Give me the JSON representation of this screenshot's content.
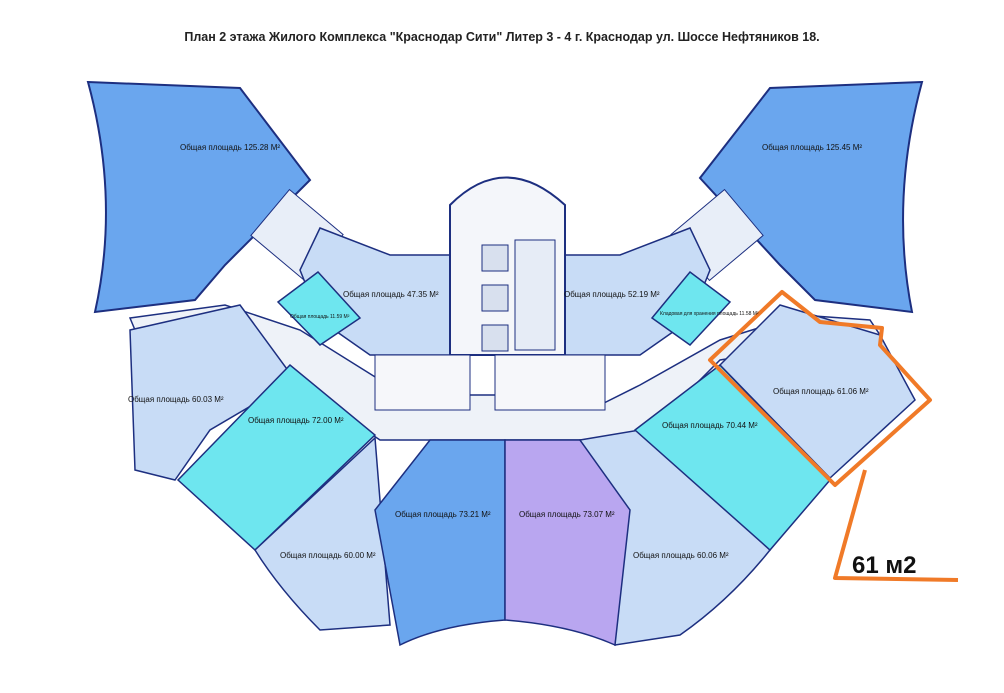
{
  "page_title": "План 2 этажа Жилого Комплекса \"Краснодар Сити\" Литер 3 - 4 г. Краснодар ул. Шоссе Нефтяников 18.",
  "colors": {
    "blue_flat": "#6aa6ee",
    "light_flat": "#c8dcf6",
    "cyan_flat": "#6ee6ef",
    "purple_flat": "#b9a6f0",
    "corridor": "#f0f3f8",
    "wall": "#1d2f80",
    "highlight": "#f07a28"
  },
  "flats": {
    "nw_big": "Общая площадь 125.28 М²",
    "ne_big": "Общая площадь 125.45 М²",
    "n_left": "Общая площадь 47.35 М²",
    "n_right": "Общая площадь 52.19 М²",
    "small_left": "Общая площадь 11.59 М²",
    "small_right": "Кладовая для хранения  площадь 11.58 М²",
    "w_upper": "Общая площадь 60.03 М²",
    "w_cyan": "Общая площадь 72.00 М²",
    "sw": "Общая площадь 60.00 М²",
    "s_blue": "Общая площадь 73.21 М²",
    "s_purple": "Общая площадь 73.07 М²",
    "se": "Общая площадь 60.06 М²",
    "e_cyan": "Общая площадь 70.44 М²",
    "e_highlight": "Общая площадь 61.06 М²"
  },
  "callout": "61 м2"
}
